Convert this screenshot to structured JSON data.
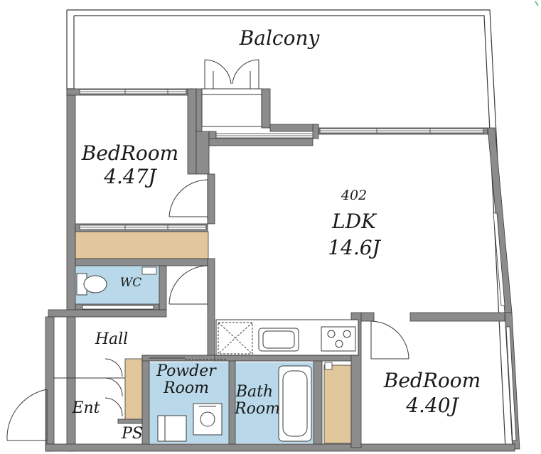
{
  "plan": {
    "unit_number": "402",
    "balcony": {
      "label": "Balcony"
    },
    "bedroom_1": {
      "label": "BedRoom",
      "size": "4.47J"
    },
    "ldk": {
      "label": "LDK",
      "size": "14.6J"
    },
    "wc": {
      "label": "WC"
    },
    "hall": {
      "label": "Hall"
    },
    "entrance": {
      "label": "Ent"
    },
    "powder_room": {
      "label_line1": "Powder",
      "label_line2": "Room"
    },
    "bath_room": {
      "label_line1": "Bath",
      "label_line2": "Room"
    },
    "bedroom_2": {
      "label": "BedRoom",
      "size": "4.40J"
    },
    "pipe_space": {
      "label": "PS"
    }
  },
  "colors": {
    "wall": "#8c8c8c",
    "wall_edge": "#3a3a3a",
    "wet_area": "#b9d9ea",
    "storage": "#e2c79d",
    "floor": "#ffffff",
    "compass": "#2db37a"
  }
}
